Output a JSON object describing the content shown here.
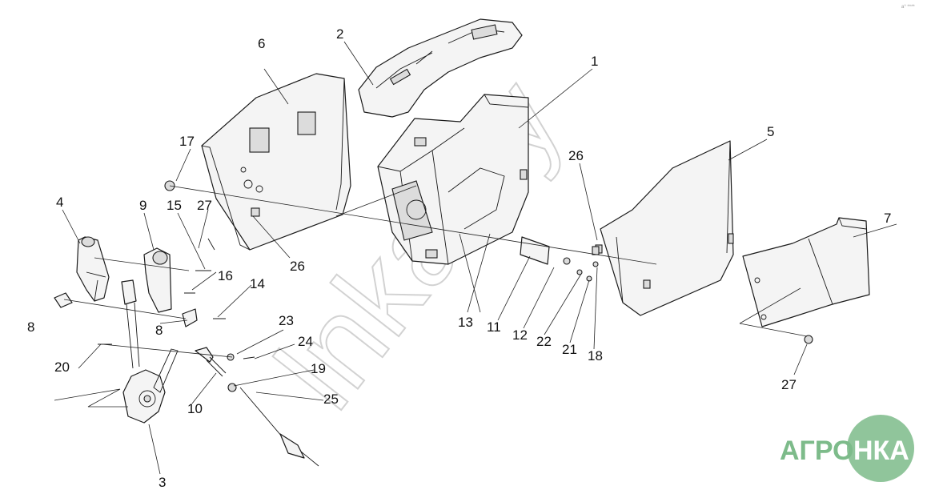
{
  "diagram": {
    "callouts": [
      "1",
      "2",
      "3",
      "4",
      "5",
      "6",
      "7",
      "8",
      "8",
      "9",
      "10",
      "11",
      "12",
      "13",
      "14",
      "15",
      "16",
      "17",
      "18",
      "19",
      "20",
      "21",
      "22",
      "23",
      "24",
      "25",
      "26",
      "26",
      "27",
      "27"
    ],
    "watermark_text": "lnkaloy",
    "corner_mark": "a° ****"
  },
  "logo": {
    "text_left": "АГРО",
    "text_right": "НКА",
    "color": "#7dbb8a"
  }
}
